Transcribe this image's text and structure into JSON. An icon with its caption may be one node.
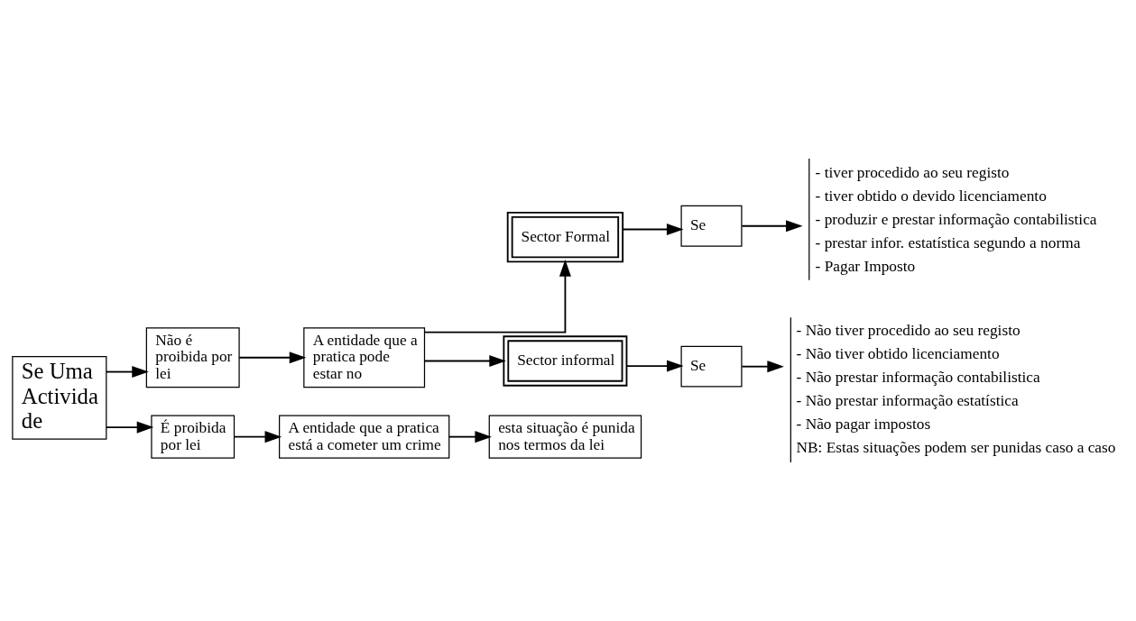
{
  "diagram": {
    "nodes": [
      {
        "text": [
          "Se Uma Activida de"
        ]
      },
      {
        "text": [
          "Não é proibida por lei"
        ]
      },
      {
        "text": [
          "A entidade que a pratica pode estar no"
        ]
      },
      {
        "text": [
          "Sector Formal"
        ]
      },
      {
        "text": [
          "Se"
        ]
      },
      {
        "text": [
          "- tiver procedido ao seu registo",
          "- tiver obtido o devido licenciamento",
          "- produzir e prestar informação contabilistica",
          "- prestar infor. estatística segundo a norma",
          "- Pagar Imposto"
        ]
      },
      {
        "text": [
          "Sector informal"
        ]
      },
      {
        "text": [
          "Se"
        ]
      },
      {
        "text": [
          "- Não tiver procedido ao seu registo",
          "- Não tiver obtido licenciamento",
          "- Não prestar informação contabilistica",
          "- Não prestar informação estatística",
          "- Não pagar impostos",
          "NB: Estas situações podem ser punidas caso a caso"
        ]
      },
      {
        "text": [
          "É proibida por lei"
        ]
      },
      {
        "text": [
          "A entidade que a pratica está a cometer um crime"
        ]
      },
      {
        "text": [
          "esta situação é punida nos termos da lei"
        ]
      }
    ],
    "edges": [
      {
        "from": 0,
        "to": 1,
        "arrow": "to"
      },
      {
        "from": 0,
        "to": 9,
        "arrow": "to"
      },
      {
        "from": 1,
        "to": 2,
        "arrow": "to"
      },
      {
        "from": 2,
        "to": 3,
        "arrow": "to"
      },
      {
        "from": 2,
        "to": 6,
        "arrow": "to"
      },
      {
        "from": 3,
        "to": 4,
        "arrow": "to"
      },
      {
        "from": 4,
        "to": 5,
        "arrow": "to"
      },
      {
        "from": 6,
        "to": 7,
        "arrow": "to"
      },
      {
        "from": 7,
        "to": 8,
        "arrow": "to"
      },
      {
        "from": 9,
        "to": 10,
        "arrow": "to"
      },
      {
        "from": 10,
        "to": 11,
        "arrow": "to"
      }
    ]
  }
}
